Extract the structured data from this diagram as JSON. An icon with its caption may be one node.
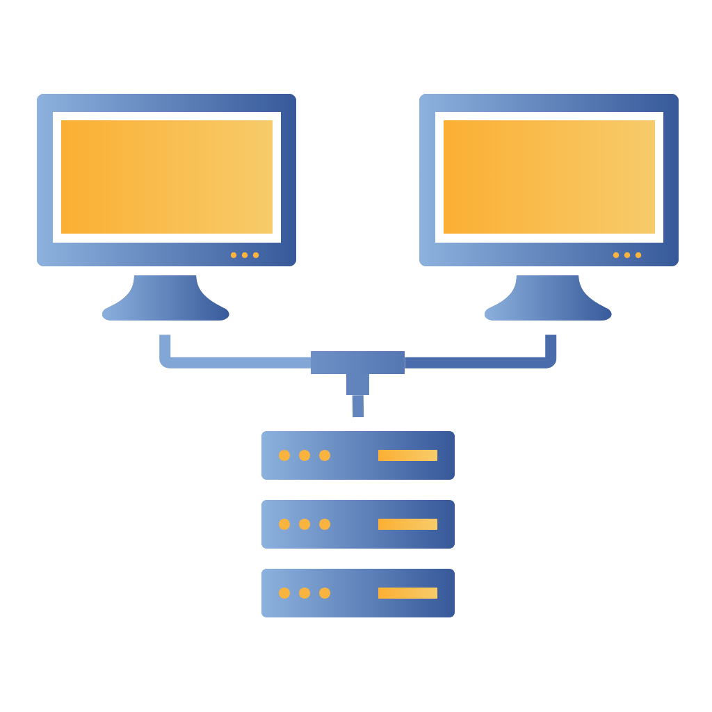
{
  "diagram": {
    "nodes": [
      {
        "text": [],
        "shape": "picture"
      },
      {
        "text": [],
        "shape": "picture"
      },
      {
        "text": [],
        "shape": "box"
      },
      {
        "text": [],
        "shape": "picture"
      }
    ],
    "edges": [
      {
        "from": 0,
        "to": 2,
        "arrow": "none"
      },
      {
        "from": 1,
        "to": 2,
        "arrow": "none"
      },
      {
        "from": 2,
        "to": 3,
        "arrow": "none"
      }
    ]
  }
}
